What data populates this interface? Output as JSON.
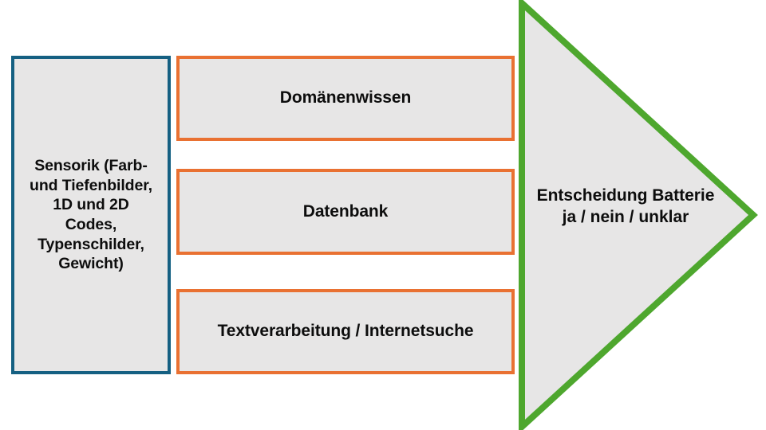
{
  "diagram": {
    "type": "process-flow",
    "background_color": "#FFFFFF",
    "shape_fill": "#E7E6E6",
    "text_color": "#0D0D0D",
    "input": {
      "name": "sensor-input",
      "label": "Sensorik (Farb-\nund Tiefenbilder,\n1D und 2D\nCodes,\nTypenschilder,\nGewicht)",
      "border_color": "#156082"
    },
    "processes": {
      "border_color": "#E97132",
      "items": [
        {
          "name": "domain-knowledge",
          "label": "Domänenwissen"
        },
        {
          "name": "database",
          "label": "Datenbank"
        },
        {
          "name": "text-processing",
          "label": "Textverarbeitung / Internetsuche"
        }
      ]
    },
    "decision": {
      "name": "battery-decision",
      "label": "Entscheidung Batterie\nja / nein / unklar",
      "border_color": "#4EA72E"
    }
  }
}
